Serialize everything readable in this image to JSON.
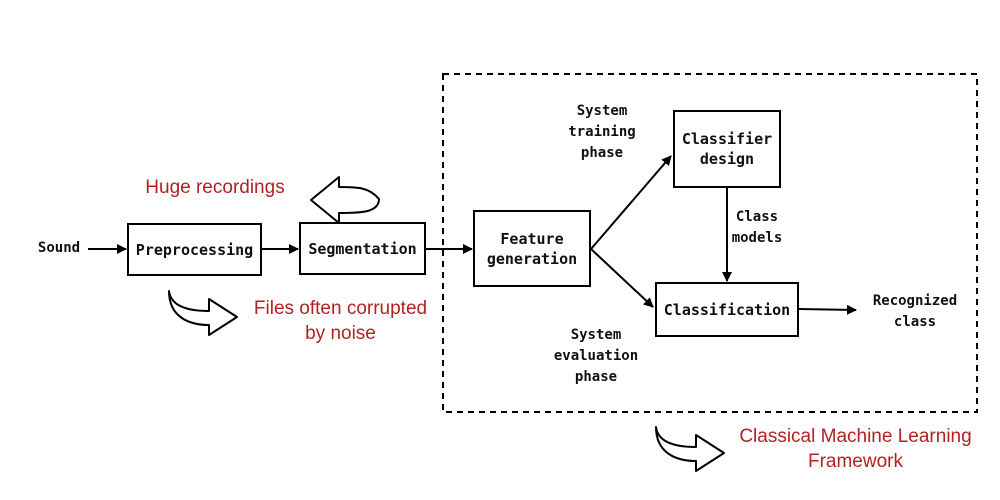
{
  "diagram": {
    "input_label": "Sound",
    "boxes": {
      "preprocessing": "Preprocessing",
      "segmentation": "Segmentation",
      "feature_generation": "Feature\ngeneration",
      "classifier_design": "Classifier\ndesign",
      "classification": "Classification"
    },
    "edge_labels": {
      "training_phase": "System\ntraining\nphase",
      "evaluation_phase": "System\nevaluation\nphase",
      "class_models": "Class\nmodels",
      "output": "Recognized\nclass"
    },
    "annotations": {
      "huge_recordings": "Huge recordings",
      "noise": "Files often corrupted\nby noise",
      "framework": "Classical Machine Learning\nFramework"
    },
    "colors": {
      "annotation_text": "#b22222",
      "lines": "#000000"
    }
  }
}
